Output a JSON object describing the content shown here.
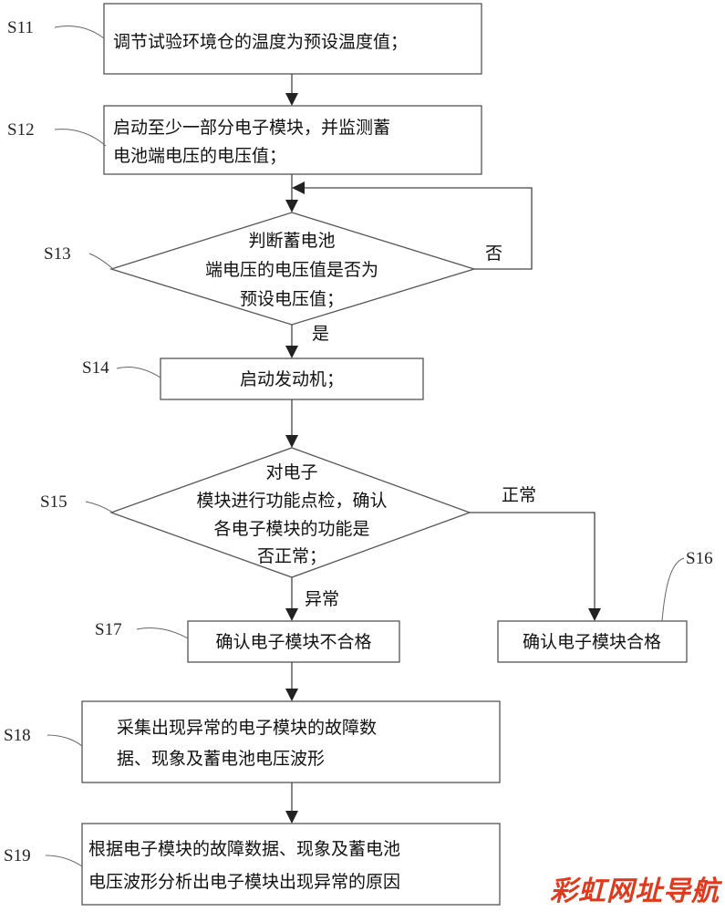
{
  "steps": {
    "s11": {
      "label": "S11",
      "lines": [
        "调节试验环境仓的温度为预设温度值；"
      ]
    },
    "s12": {
      "label": "S12",
      "lines": [
        "启动至少一部分电子模块，并监测蓄",
        "电池端电压的电压值；"
      ]
    },
    "s13": {
      "label": "S13",
      "lines": [
        "判断蓄电池",
        "端电压的电压值是否为",
        "预设电压值；"
      ]
    },
    "s14": {
      "label": "S14",
      "lines": [
        "启动发动机；"
      ]
    },
    "s15": {
      "label": "S15",
      "lines": [
        "对电子",
        "模块进行功能点检，确认",
        "各电子模块的功能是",
        "否正常；"
      ]
    },
    "s16": {
      "label": "S16",
      "lines": [
        "确认电子模块合格"
      ]
    },
    "s17": {
      "label": "S17",
      "lines": [
        "确认电子模块不合格"
      ]
    },
    "s18": {
      "label": "S18",
      "lines": [
        "采集出现异常的电子模块的故障数",
        "据、现象及蓄电池电压波形"
      ]
    },
    "s19": {
      "label": "S19",
      "lines": [
        "根据电子模块的故障数据、现象及蓄电池",
        "电压波形分析出电子模块出现异常的原因"
      ]
    }
  },
  "branches": {
    "no": "否",
    "yes": "是",
    "normal": "正常",
    "abnormal": "异常"
  },
  "watermark": "彩虹网址导航"
}
